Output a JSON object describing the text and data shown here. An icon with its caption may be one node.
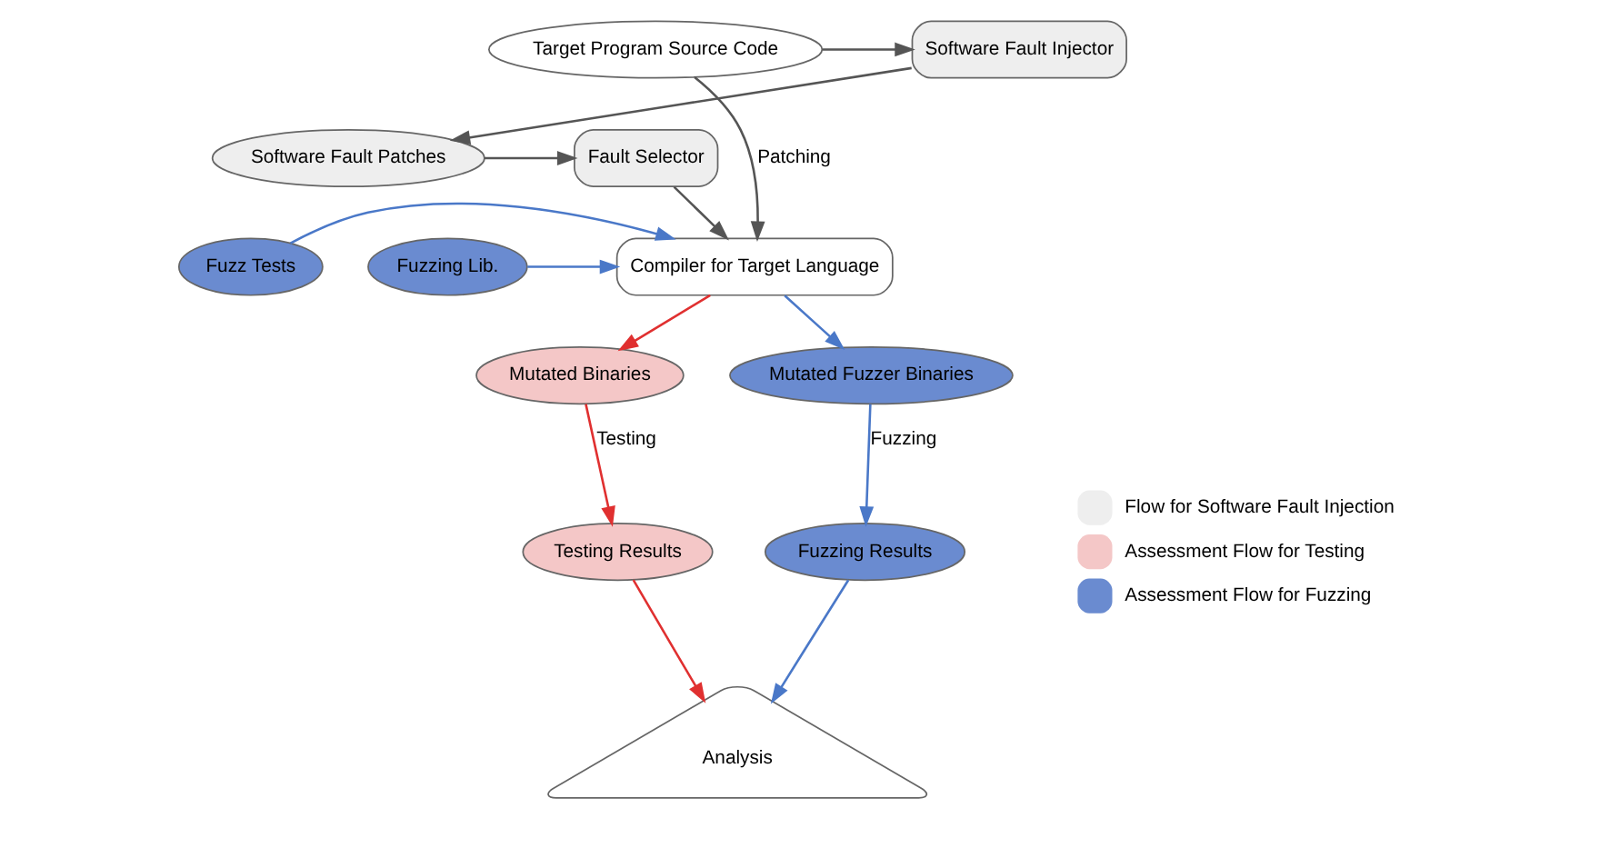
{
  "diagram": {
    "nodes": [
      {
        "text": [
          "Software Fault Injector"
        ]
      },
      {
        "text": [
          "Target Program Source Code"
        ]
      },
      {
        "text": [
          "Software Fault Patches"
        ]
      },
      {
        "text": [
          "Fault Selector"
        ]
      },
      {
        "text": [
          "Compiler for Target Language"
        ]
      },
      {
        "text": [
          "Fuzz Tests"
        ]
      },
      {
        "text": [
          "Fuzzing Lib."
        ]
      },
      {
        "text": [
          "Mutated Binaries"
        ]
      },
      {
        "text": [
          "Mutated Fuzzer Binaries"
        ]
      },
      {
        "text": [
          "Testing Results"
        ]
      },
      {
        "text": [
          "Fuzzing Results"
        ]
      },
      {
        "text": [
          "Analysis"
        ]
      }
    ],
    "edges": [
      {
        "from": 1,
        "to": 0,
        "arrow": "to"
      },
      {
        "from": 0,
        "to": 2,
        "arrow": "to"
      },
      {
        "from": 2,
        "to": 3,
        "arrow": "to"
      },
      {
        "from": 3,
        "to": 4,
        "arrow": "to"
      },
      {
        "from": 1,
        "to": 4,
        "arrow": "to",
        "label": "Patching"
      },
      {
        "from": 5,
        "to": 4,
        "arrow": "to",
        "color": "#4a78c8"
      },
      {
        "from": 6,
        "to": 4,
        "arrow": "to",
        "color": "#4a78c8"
      },
      {
        "from": 4,
        "to": 7,
        "arrow": "to",
        "color": "#e03030"
      },
      {
        "from": 4,
        "to": 8,
        "arrow": "to",
        "color": "#4a78c8"
      },
      {
        "from": 7,
        "to": 9,
        "arrow": "to",
        "color": "#e03030",
        "label": "Testing"
      },
      {
        "from": 8,
        "to": 10,
        "arrow": "to",
        "color": "#4a78c8",
        "label": "Fuzzing"
      },
      {
        "from": 9,
        "to": 11,
        "arrow": "to",
        "color": "#e03030"
      },
      {
        "from": 10,
        "to": 11,
        "arrow": "to",
        "color": "#4a78c8"
      }
    ],
    "legend": [
      {
        "text": "Flow for Software Fault Injection",
        "color": "#eeeeee"
      },
      {
        "text": "Assessment Flow for Testing",
        "color": "#f4c7c7"
      },
      {
        "text": "Assessment Flow for Fuzzing",
        "color": "#6a8bd0"
      }
    ]
  }
}
